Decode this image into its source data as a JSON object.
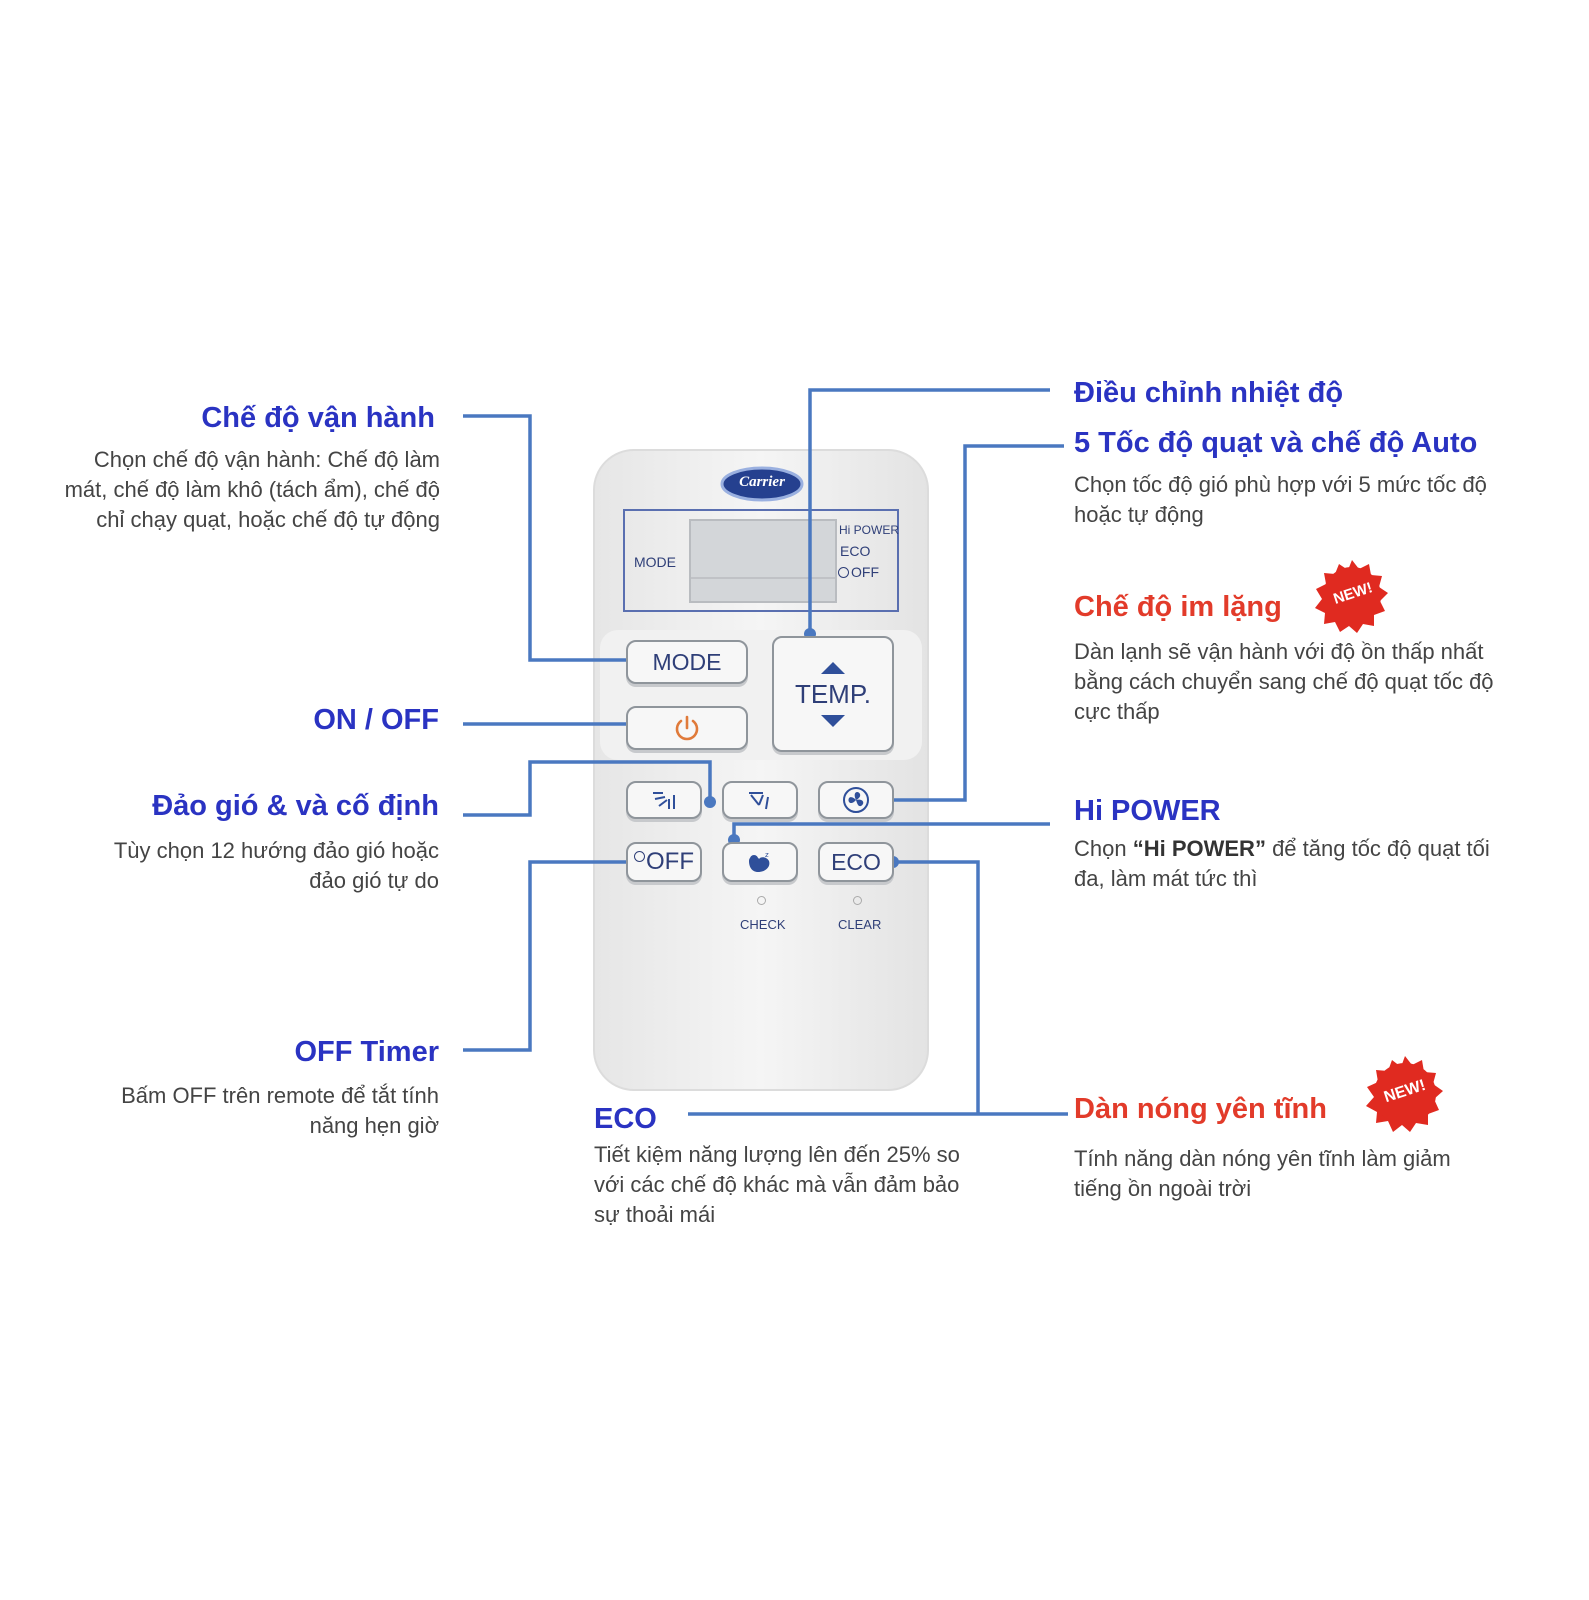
{
  "colors": {
    "heading_blue": "#2a33c2",
    "heading_red": "#e23b2a",
    "leader_line": "#4a78c0",
    "remote_body": "#eeeeee"
  },
  "remote": {
    "brand": "Carrier",
    "display": {
      "mode_label": "MODE",
      "hi_power_label": "Hi POWER",
      "eco_label": "ECO",
      "off_timer_label": "OFF"
    },
    "buttons": {
      "mode": "MODE",
      "temp": "TEMP.",
      "off_timer": "OFF",
      "eco": "ECO"
    },
    "check_label": "CHECK",
    "clear_label": "CLEAR"
  },
  "annotations": {
    "operating_mode": {
      "title": "Chế độ vận hành",
      "line1": "Chọn chế độ vận hành: Chế độ làm",
      "line2": "mát, chế độ làm khô (tách ẩm), chế độ",
      "line3": "chỉ chạy quạt, hoặc chế độ tự động"
    },
    "on_off": {
      "title": "ON / OFF"
    },
    "swing": {
      "title": "Đảo gió & và cố định",
      "line1": "Tùy chọn 12 hướng đảo gió hoặc",
      "line2": "đảo gió tự do"
    },
    "off_timer": {
      "title": "OFF Timer",
      "line1": "Bấm OFF trên remote để tắt tính",
      "line2": "năng hẹn giờ"
    },
    "eco": {
      "title": "ECO",
      "line1": "Tiết kiệm năng lượng lên đến 25% so",
      "line2": "với các chế độ khác mà vẫn đảm bảo",
      "line3": "sự thoải mái"
    },
    "temperature": {
      "title": "Điều chỉnh nhiệt độ"
    },
    "fan_speed": {
      "title": "5 Tốc độ quạt và chế độ Auto",
      "line1": "Chọn tốc độ gió phù hợp với 5 mức tốc độ",
      "line2": "hoặc tự động"
    },
    "silent_mode": {
      "title": "Chế độ im lặng",
      "badge": "NEW!",
      "line1": "Dàn lạnh sẽ vận hành với độ ồn thấp nhất",
      "line2": "bằng cách chuyển sang chế độ quạt tốc độ",
      "line3": "cực thấp"
    },
    "hi_power": {
      "title": "Hi POWER",
      "line1_prefix": "Chọn ",
      "line1_bold": "“Hi POWER”",
      "line1_suffix": " để tăng tốc độ quạt tối",
      "line2": "đa, làm mát tức thì"
    },
    "quiet_outdoor": {
      "title": "Dàn nóng yên tĩnh",
      "badge": "NEW!",
      "line1": "Tính năng dàn nóng yên tĩnh làm giảm",
      "line2": "tiếng ồn ngoài trời"
    }
  }
}
